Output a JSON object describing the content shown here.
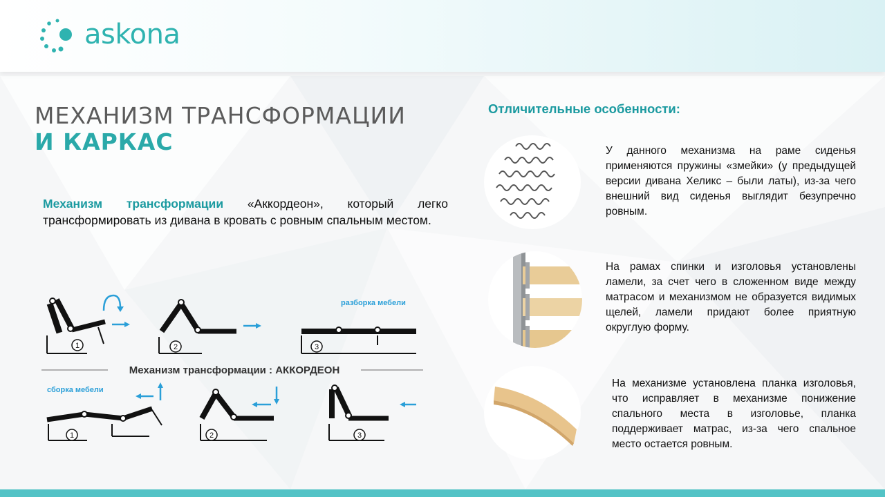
{
  "brand": {
    "name": "askona",
    "color": "#2fb3b0"
  },
  "title": {
    "line1": "МЕХАНИЗМ ТРАНСФОРМАЦИИ",
    "line2": "И КАРКАС"
  },
  "intro": {
    "accent": "Механизм трансформации",
    "text": " «Аккордеон», который легко трансформировать из дивана в кровать с ровным спальным местом."
  },
  "diagram": {
    "title": "Механизм трансформации : АККОРДЕОН",
    "label_unfold": "разборка мебели",
    "label_fold": "сборка мебели",
    "steps_top": [
      "1",
      "2",
      "3"
    ],
    "steps_bottom": [
      "1",
      "2",
      "3"
    ]
  },
  "features": {
    "title": "Отличительные особенности:",
    "items": [
      {
        "icon": "spring-snake-icon",
        "text": "У данного механизма на раме сиденья применяются пружины «змейки» (у предыдущей версии дивана Хеликс – были латы), из-за чего внешний вид сиденья выглядит безупречно ровным."
      },
      {
        "icon": "wooden-slats-icon",
        "text": "На рамах спинки и изголовья установлены ламели, за счет чего в сложенном виде между матрасом и механизмом не образуется видимых щелей, ламели придают более приятную округлую форму."
      },
      {
        "icon": "headboard-plank-icon",
        "text": "На механизме установлена планка изголовья, что исправляет в механизме понижение спального места в изголовье, планка поддерживает матрас, из-за чего спальное место остается ровным."
      }
    ]
  },
  "colors": {
    "accent": "#1b9aa0",
    "footer": "#53c3c6",
    "diagram_blue": "#2a9fd8"
  }
}
